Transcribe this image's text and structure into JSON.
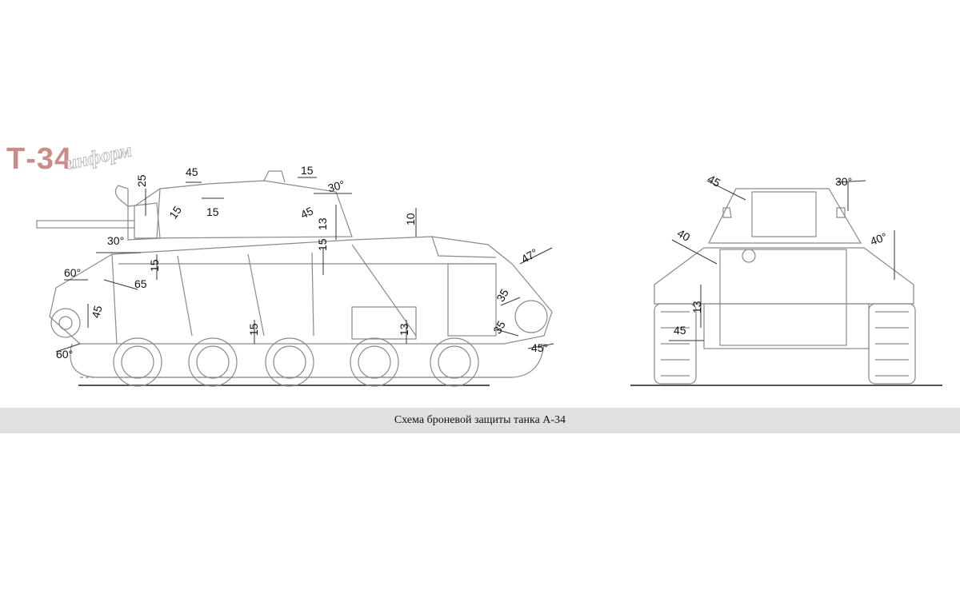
{
  "logo": {
    "main": "Т-34",
    "sub": "информ"
  },
  "caption": "Схема броневой защиты танка А-34",
  "side_view": {
    "labels": [
      "25",
      "45",
      "15",
      "15",
      "15",
      "30°",
      "45",
      "13",
      "10",
      "15",
      "30°",
      "15",
      "60°",
      "65",
      "45",
      "15",
      "13",
      "35",
      "47°",
      "35",
      "60°",
      "45°"
    ]
  },
  "front_view": {
    "labels": [
      "45",
      "30°",
      "40",
      "40°",
      "13",
      "45"
    ]
  }
}
